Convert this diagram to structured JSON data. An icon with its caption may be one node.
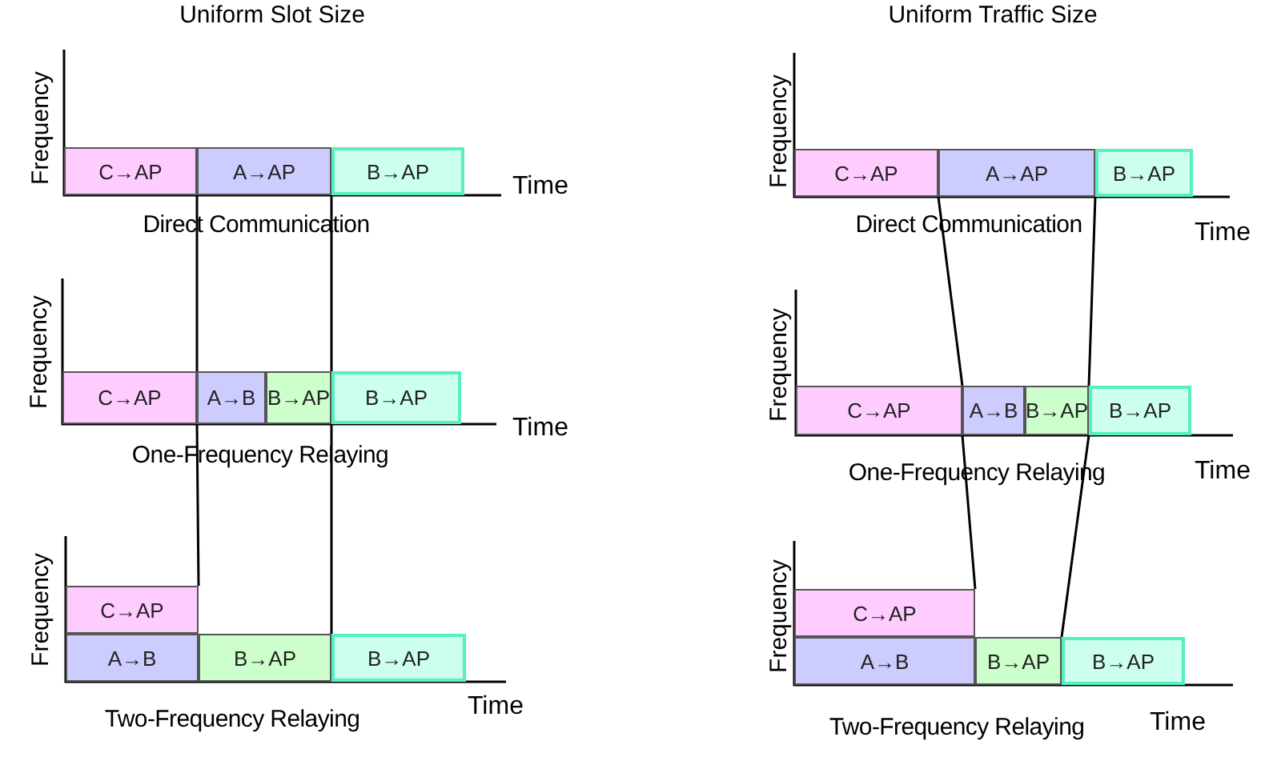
{
  "diagram": {
    "nodes": [
      {
        "text": [
          "C→AP"
        ]
      },
      {
        "text": [
          "A→AP"
        ]
      },
      {
        "text": [
          "B→AP"
        ]
      },
      {
        "text": [
          "C→AP"
        ]
      },
      {
        "text": [
          "A→AP"
        ]
      },
      {
        "text": [
          "B→AP"
        ]
      },
      {
        "text": [
          "C→AP"
        ]
      },
      {
        "text": [
          "A→B"
        ]
      },
      {
        "text": [
          "B→AP"
        ]
      },
      {
        "text": [
          "B→AP"
        ]
      },
      {
        "text": [
          "C→AP"
        ]
      },
      {
        "text": [
          "A→B"
        ]
      },
      {
        "text": [
          "B→AP"
        ]
      },
      {
        "text": [
          "B→AP"
        ]
      },
      {
        "text": [
          "C→AP"
        ]
      },
      {
        "text": [
          "A→B"
        ]
      },
      {
        "text": [
          "B→AP"
        ]
      },
      {
        "text": [
          "B→AP"
        ]
      },
      {
        "text": [
          "C→AP"
        ]
      },
      {
        "text": [
          "A→B"
        ]
      },
      {
        "text": [
          "B→AP"
        ]
      },
      {
        "text": [
          "B→AP"
        ]
      }
    ],
    "edges": [
      {
        "from": 0,
        "to": 6,
        "arrow": "none"
      },
      {
        "from": 6,
        "to": 14,
        "arrow": "none"
      },
      {
        "from": 1,
        "to": 8,
        "arrow": "none"
      },
      {
        "from": 8,
        "to": 16,
        "arrow": "none"
      },
      {
        "from": 3,
        "to": 10,
        "arrow": "none"
      },
      {
        "from": 10,
        "to": 18,
        "arrow": "none"
      },
      {
        "from": 4,
        "to": 12,
        "arrow": "none"
      },
      {
        "from": 12,
        "to": 20,
        "arrow": "none"
      }
    ],
    "labels": [
      "Uniform Slot Size",
      "Uniform Traffic Size",
      "Frequency",
      "Time",
      "Direct Communication",
      "Frequency",
      "Time",
      "Direct Communication",
      "Frequency",
      "Time",
      "One-Frequency Relaying",
      "Frequency",
      "Time",
      "One-Frequency Relaying",
      "Frequency",
      "Time",
      "Two-Frequency Relaying",
      "Frequency",
      "Time",
      "Two-Frequency Relaying"
    ]
  }
}
